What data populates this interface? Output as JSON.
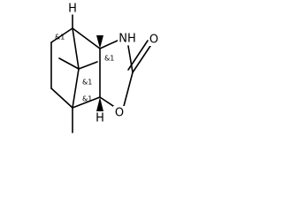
{
  "molecule": {
    "atoms": {
      "h_top": "H",
      "nh": "NH",
      "o_carbonyl": "O",
      "o_ring": "O",
      "h_bottom": "H"
    },
    "stereo": {
      "c1": "&1",
      "c2": "&1",
      "c3": "&1",
      "c4": "&1"
    }
  }
}
